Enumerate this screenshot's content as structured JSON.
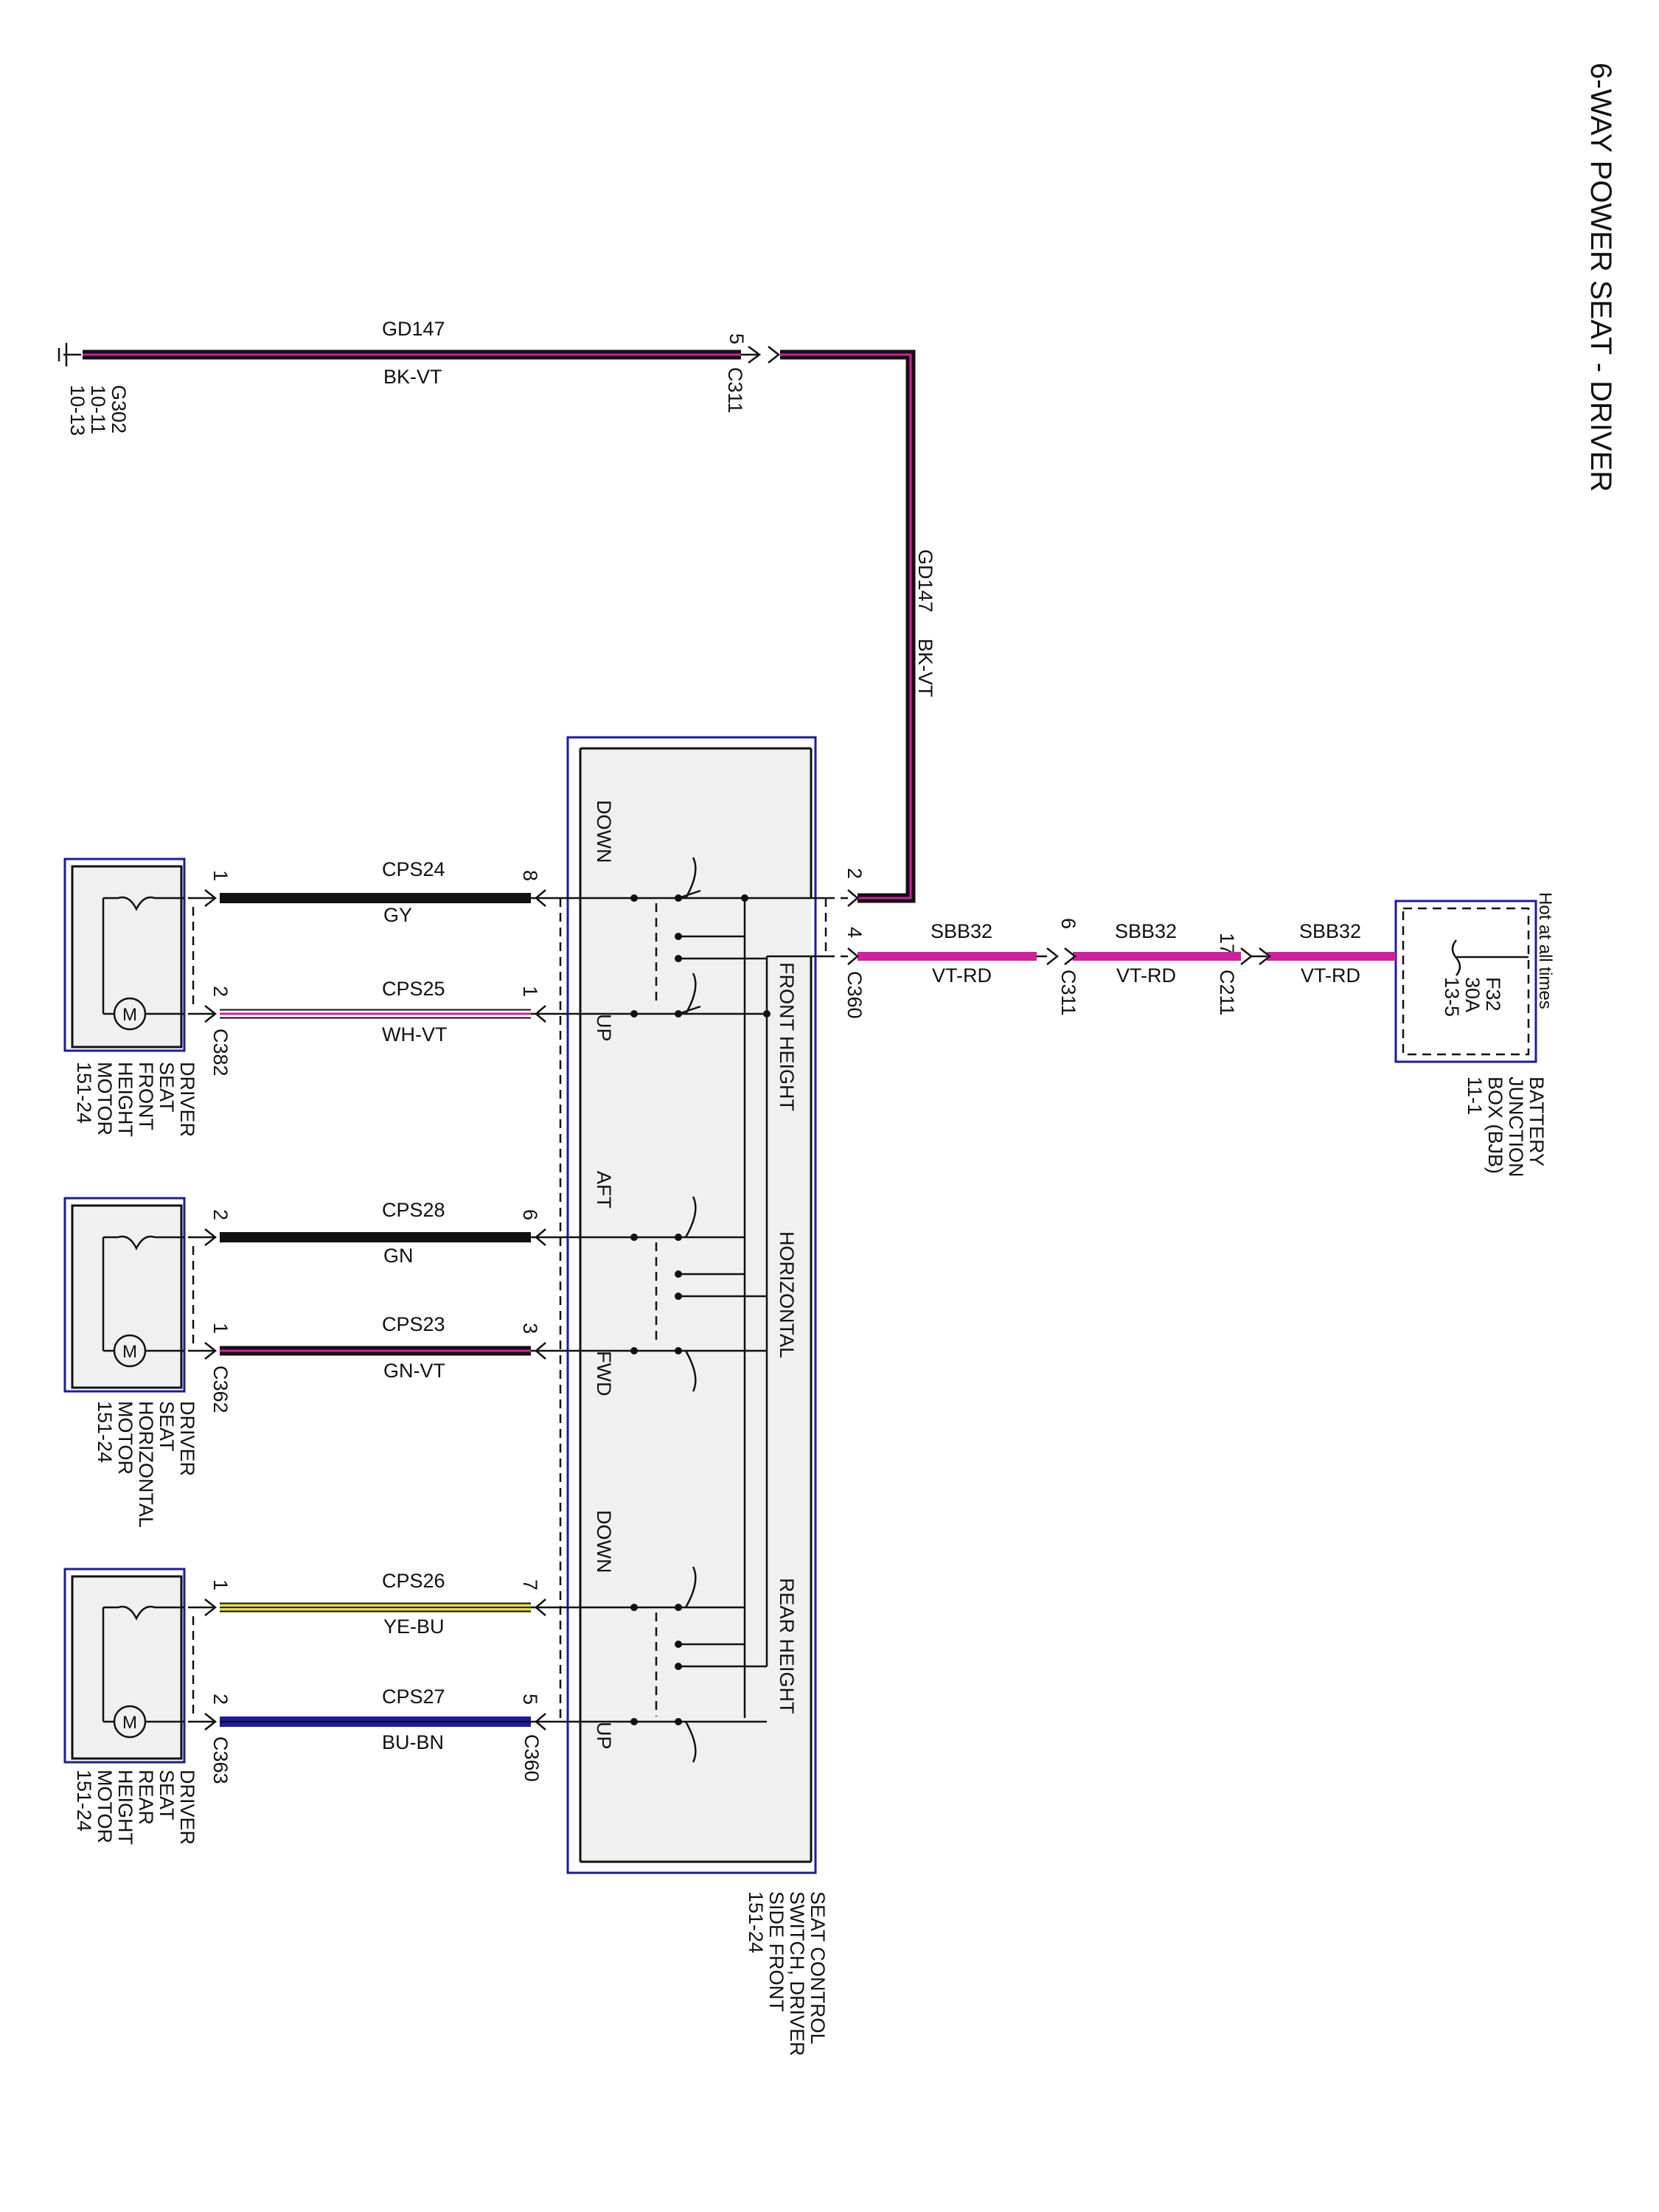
{
  "title": "6-WAY POWER SEAT - DRIVER",
  "colors": {
    "black": "#111111",
    "violet": "#d020a0",
    "yellow": "#e8e020",
    "blue": "#1c1c9a",
    "gray_wire": "#111111"
  },
  "battery_junction_box": {
    "hot_label": "Hot at all times",
    "fuse_name": "F32",
    "fuse_rating": "30A",
    "fuse_ref": "13-5",
    "label_lines": [
      "BATTERY",
      "JUNCTION",
      "BOX (BJB)",
      "11-1"
    ]
  },
  "ground": {
    "label_lines": [
      "G302",
      "10-11",
      "10-13"
    ]
  },
  "wires": {
    "gd147_top": {
      "circuit": "GD147",
      "color": "BK-VT"
    },
    "gd147_vertical": {
      "circuit": "GD147",
      "color": "BK-VT"
    },
    "sbb32_a": {
      "circuit": "SBB32",
      "color": "VT-RD"
    },
    "sbb32_b": {
      "circuit": "SBB32",
      "color": "VT-RD"
    },
    "sbb32_c": {
      "circuit": "SBB32",
      "color": "VT-RD"
    },
    "cps24": {
      "circuit": "CPS24",
      "color": "GY"
    },
    "cps25": {
      "circuit": "CPS25",
      "color": "WH-VT"
    },
    "cps28": {
      "circuit": "CPS28",
      "color": "GN"
    },
    "cps23": {
      "circuit": "CPS23",
      "color": "GN-VT"
    },
    "cps26": {
      "circuit": "CPS26",
      "color": "YE-BU"
    },
    "cps27": {
      "circuit": "CPS27",
      "color": "BU-BN"
    }
  },
  "connectors": {
    "c311_top": {
      "name": "C311",
      "pin": "5"
    },
    "c311_mid": {
      "name": "C311",
      "pin": "6"
    },
    "c211": {
      "name": "C211",
      "pin": "17"
    },
    "c360_gnd": {
      "pin": "2"
    },
    "c360_pwr": {
      "name": "C360",
      "pin": "4"
    },
    "c360_cps24": {
      "pin": "8"
    },
    "c360_cps25": {
      "pin": "1"
    },
    "c360_cps28": {
      "pin": "6"
    },
    "c360_cps23": {
      "pin": "3"
    },
    "c360_cps26": {
      "pin": "7"
    },
    "c360_cps27": {
      "name": "C360",
      "pin": "5"
    },
    "c382": {
      "name": "C382",
      "pin_a": "1",
      "pin_b": "2"
    },
    "c362": {
      "name": "C362",
      "pin_a": "2",
      "pin_b": "1"
    },
    "c363": {
      "name": "C363",
      "pin_a": "1",
      "pin_b": "2"
    }
  },
  "switch": {
    "sections": [
      "FRONT HEIGHT",
      "HORIZONTAL",
      "REAR HEIGHT"
    ],
    "positions": {
      "front_down": "DOWN",
      "front_up": "UP",
      "horiz_aft": "AFT",
      "horiz_fwd": "FWD",
      "rear_down": "DOWN",
      "rear_up": "UP"
    },
    "label_lines": [
      "SEAT CONTROL",
      "SWITCH, DRIVER",
      "SIDE FRONT",
      "151-24"
    ]
  },
  "motors": {
    "front": {
      "label_lines": [
        "DRIVER",
        "SEAT",
        "FRONT",
        "HEIGHT",
        "MOTOR",
        "151-24"
      ],
      "symbol": "M"
    },
    "horizontal": {
      "label_lines": [
        "DRIVER",
        "SEAT",
        "HORIZONTAL",
        "MOTOR",
        "151-24"
      ],
      "symbol": "M"
    },
    "rear": {
      "label_lines": [
        "DRIVER",
        "SEAT",
        "REAR",
        "HEIGHT",
        "MOTOR",
        "151-24"
      ],
      "symbol": "M"
    }
  }
}
